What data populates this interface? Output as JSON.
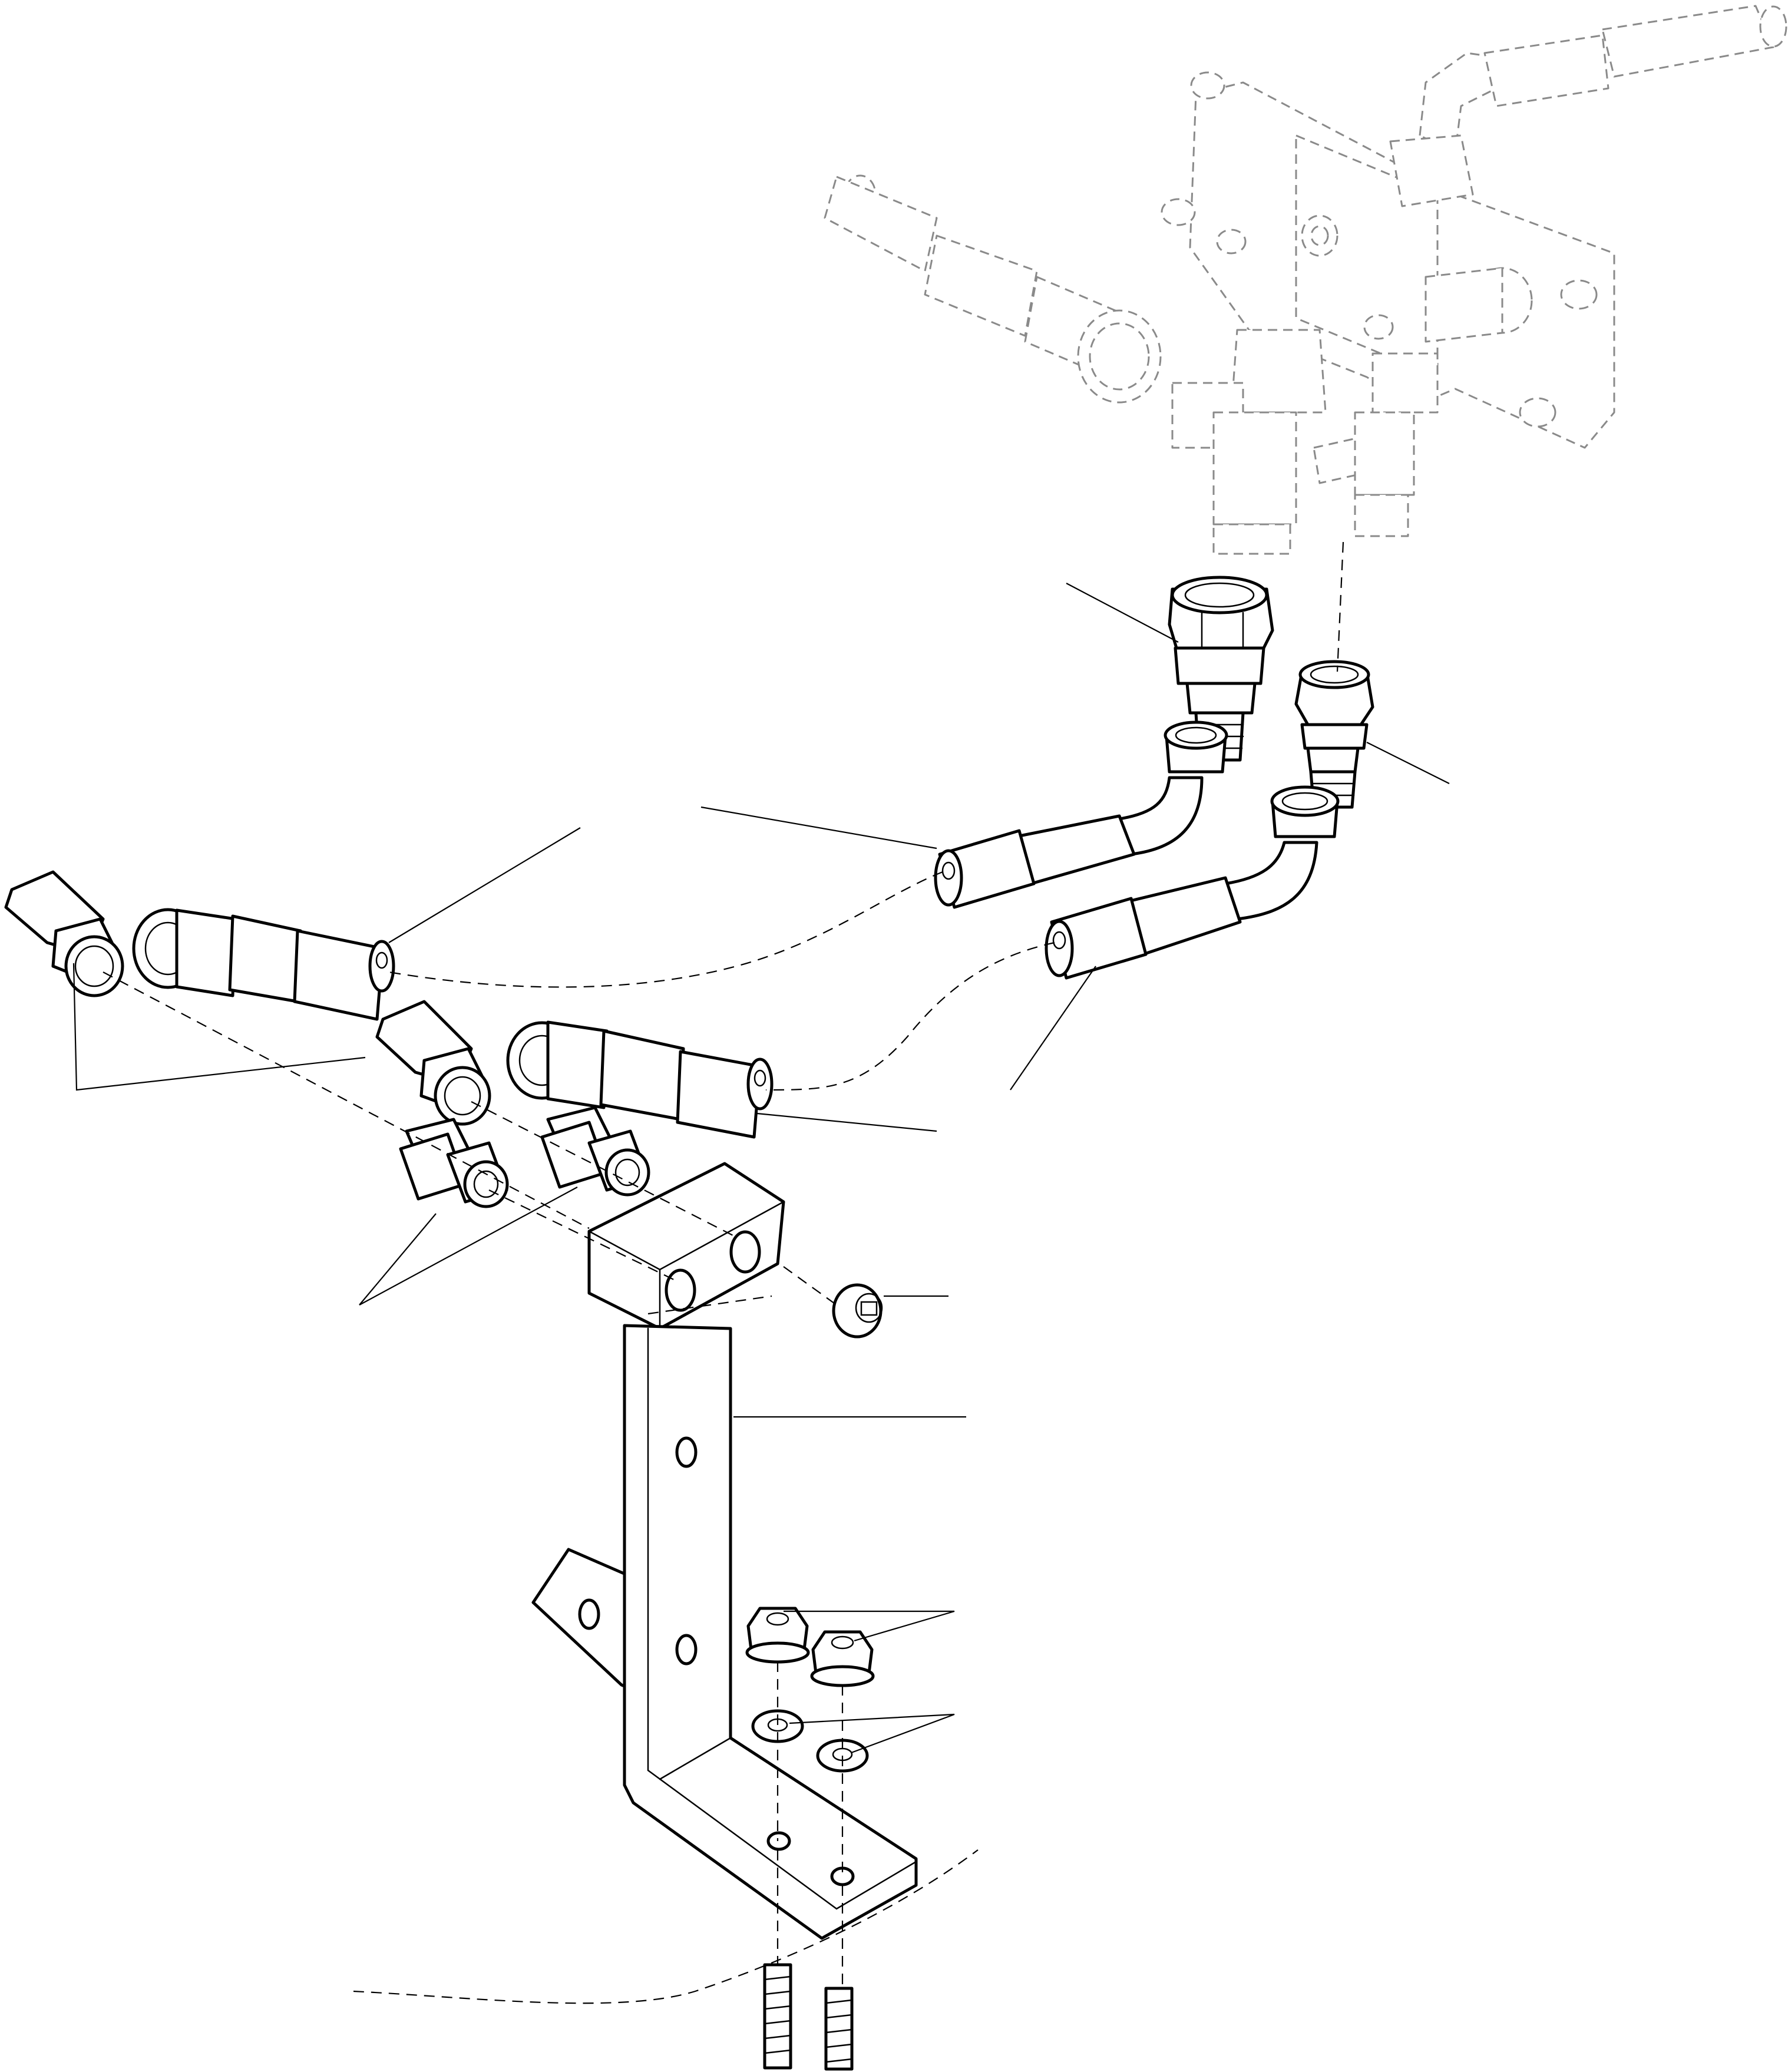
{
  "figure": {
    "kind": "exploded-parts-diagram",
    "callouts_labeled": false,
    "colors": {
      "line": "#000000",
      "hidden_line": "#8a8a8a",
      "background": "#ffffff"
    }
  },
  "parts": [
    {
      "id": "valve-block",
      "style": "phantom"
    },
    {
      "id": "phantom-hose",
      "style": "phantom"
    },
    {
      "id": "adapter-fitting-large",
      "style": "solid"
    },
    {
      "id": "adapter-fitting-small",
      "style": "solid"
    },
    {
      "id": "hose-upper",
      "style": "solid"
    },
    {
      "id": "hose-lower",
      "style": "solid"
    },
    {
      "id": "elbow-fitting-left",
      "style": "solid"
    },
    {
      "id": "elbow-fitting-middle",
      "style": "solid"
    },
    {
      "id": "hose-left-upper",
      "style": "solid"
    },
    {
      "id": "hose-left-lower",
      "style": "solid"
    },
    {
      "id": "straight-union-left",
      "style": "solid"
    },
    {
      "id": "straight-union-right",
      "style": "solid"
    },
    {
      "id": "clamp-block",
      "style": "solid"
    },
    {
      "id": "plug",
      "style": "solid"
    },
    {
      "id": "l-bracket",
      "style": "solid"
    },
    {
      "id": "mount-tab",
      "style": "solid"
    },
    {
      "id": "flange-nut-1",
      "style": "solid"
    },
    {
      "id": "flange-nut-2",
      "style": "solid"
    },
    {
      "id": "washer-1",
      "style": "solid"
    },
    {
      "id": "washer-2",
      "style": "solid"
    },
    {
      "id": "stud-1",
      "style": "solid"
    },
    {
      "id": "stud-2",
      "style": "solid"
    }
  ],
  "callout_lines": 12
}
